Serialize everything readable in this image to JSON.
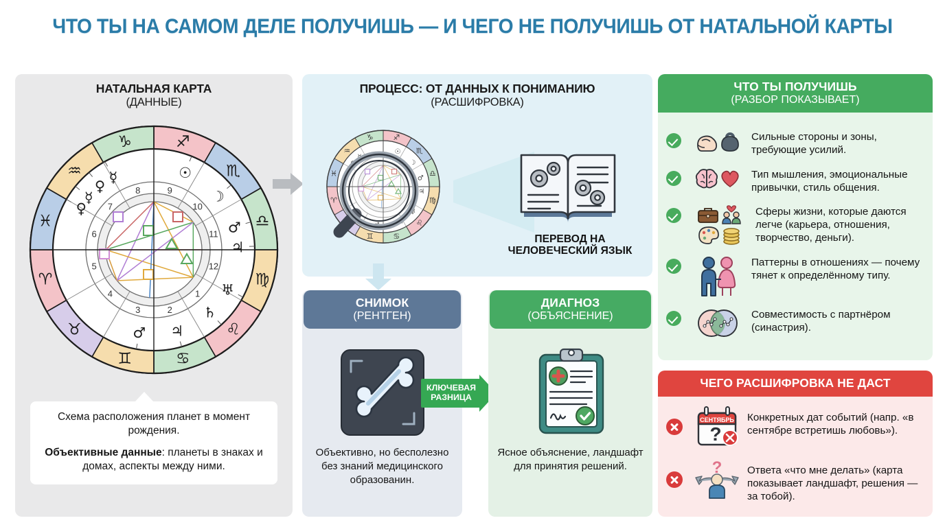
{
  "title": "ЧТО ТЫ НА САМОМ ДЕЛЕ ПОЛУЧИШЬ — И ЧЕГО НЕ ПОЛУЧИШЬ ОТ НАТАЛЬНОЙ КАРТЫ",
  "colors": {
    "title": "#2b7ca8",
    "green": "#45ab5f",
    "red": "#e0453f",
    "slate": "#5e7897",
    "key_diff": "#35a853",
    "natal_panel_bg": "#e9e9ea",
    "process_panel_bg": "#e2f1f7",
    "benefits_panel_bg": "#e8f5ea",
    "limits_panel_bg": "#fce9e9"
  },
  "natal": {
    "heading": "НАТАЛЬНАЯ КАРТА",
    "subheading": "(ДАННЫЕ)",
    "caption_line1": "Схема расположения планет в момент рождения.",
    "caption_bold": "Объективные данные",
    "caption_line2": ": планеты в знаках и домах, аспекты между ними.",
    "chart_data": {
      "type": "wheel",
      "title": "Натальная карта",
      "signs": [
        "♈",
        "♉",
        "♊",
        "♋",
        "♌",
        "♍",
        "♎",
        "♏",
        "♐",
        "♑",
        "♒",
        "♓"
      ],
      "sign_sector_colors": [
        "#f6c9cd",
        "#d8cfe9",
        "#f7dfae",
        "#c4e3c9",
        "#f6c9cd",
        "#f7dfae",
        "#c4e3c9",
        "#b7cde8",
        "#f6c9cd",
        "#c4e3c9",
        "#f7dfae",
        "#b7cde8"
      ],
      "houses": [
        "1",
        "2",
        "3",
        "4",
        "5",
        "6",
        "7",
        "8",
        "9",
        "10",
        "11",
        "12"
      ],
      "planets": [
        {
          "glyph": "☉",
          "name": "Sun",
          "house": "10"
        },
        {
          "glyph": "☽",
          "name": "Moon",
          "house": "9"
        },
        {
          "glyph": "☿",
          "name": "Mercury",
          "house": "11"
        },
        {
          "glyph": "♀",
          "name": "Venus",
          "house": "12"
        },
        {
          "glyph": "♂",
          "name": "Mars",
          "house": "8"
        },
        {
          "glyph": "♃",
          "name": "Jupiter",
          "house": "7"
        },
        {
          "glyph": "♄",
          "name": "Saturn",
          "house": "5"
        },
        {
          "glyph": "♅",
          "name": "Uranus",
          "house": "6"
        },
        {
          "glyph": "♂",
          "name": "Mars2",
          "house": "3"
        },
        {
          "glyph": "♃",
          "name": "Jupiter2",
          "house": "4"
        }
      ],
      "aspect_colors": [
        "#c86464",
        "#59a85f",
        "#b07ed4",
        "#e0a93c",
        "#4a86c8",
        "#d06f9e"
      ]
    }
  },
  "process": {
    "heading": "ПРОЦЕСС: ОТ ДАННЫХ К ПОНИМАНИЮ",
    "subheading": "(РАСШИФРОВКА)",
    "translate_line1": "ПЕРЕВОД НА",
    "translate_line2": "ЧЕЛОВЕЧЕСКИЙ ЯЗЫК"
  },
  "key_difference": {
    "line1": "КЛЮЧЕВАЯ",
    "line2": "РАЗНИЦА"
  },
  "snapshot": {
    "heading": "СНИМОК",
    "subheading": "(РЕНТГЕН)",
    "icon": "xray-bone-icon",
    "text": "Объективно, но бесполезно без знаний медицинского образованин."
  },
  "diagnosis": {
    "heading": "ДИАГНОЗ",
    "subheading": "(ОБЪЯСНЕНИЕ)",
    "icon": "clipboard-medical-icon",
    "text": "Ясное объяснение, ландшафт для принятия решений."
  },
  "benefits": {
    "heading": "ЧТО ТЫ ПОЛУЧИШЬ",
    "subheading": "(РАЗБОР ПОКАЗЫВАЕТ)",
    "mark": "check-circle-icon",
    "items": [
      {
        "icons": [
          "flexed-biceps-icon",
          "kettlebell-icon"
        ],
        "text": "Сильные стороны и зоны, требующие усилий."
      },
      {
        "icons": [
          "brain-icon",
          "heart-icon"
        ],
        "text": "Тип мышления, эмоциональные привычки, стиль общения."
      },
      {
        "icons": [
          "briefcase-icon",
          "people-hugging-icon",
          "artist-palette-icon",
          "coins-icon"
        ],
        "text": "Сферы жизни, которые даются легче (карьера, отношения, творчество, деньги)."
      },
      {
        "icons": [
          "couple-icon"
        ],
        "text": "Паттерны в отношениях — почему тянет к определённому типу."
      },
      {
        "icons": [
          "venn-diagram-icon"
        ],
        "text": "Совместимость с партнёром (синастрия)."
      }
    ]
  },
  "limits": {
    "heading": "ЧЕГО РАСШИФРОВКА НЕ ДАСТ",
    "mark": "x-circle-icon",
    "items": [
      {
        "icons": [
          "calendar-question-icon"
        ],
        "badge": "СЕНТЯБРЬ",
        "text": "Конкретных дат событий (напр. «в сентябре встретишь любовь»)."
      },
      {
        "icons": [
          "person-crossroads-icon"
        ],
        "text": "Ответа «что мне делать» (карта показывает ландшафт, решения — за тобой)."
      }
    ]
  }
}
